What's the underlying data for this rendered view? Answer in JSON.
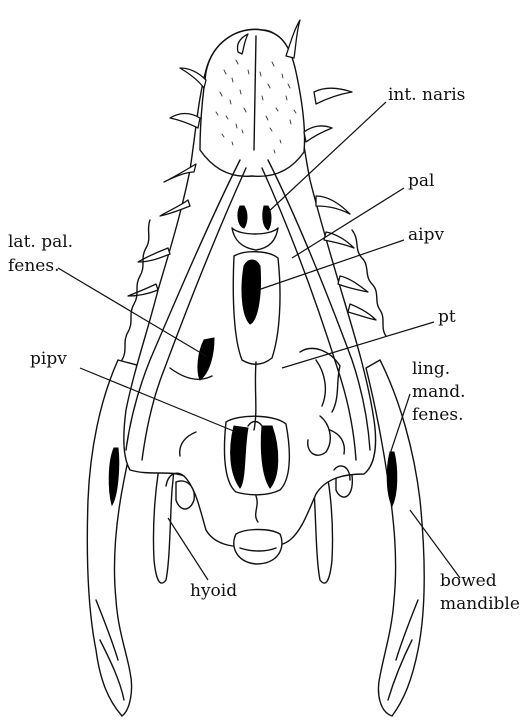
{
  "figure": {
    "labels": {
      "int_naris": "int. naris",
      "pal": "pal",
      "aipv": "aipv",
      "lat_pal_fenes_1": "lat. pal.",
      "lat_pal_fenes_2": "fenes.",
      "pt": "pt",
      "pipv": "pipv",
      "ling_mand_fenes_1": "ling.",
      "ling_mand_fenes_2": "mand.",
      "ling_mand_fenes_3": "fenes.",
      "hyoid": "hyoid",
      "bowed_mandible_1": "bowed",
      "bowed_mandible_2": "mandible"
    }
  }
}
